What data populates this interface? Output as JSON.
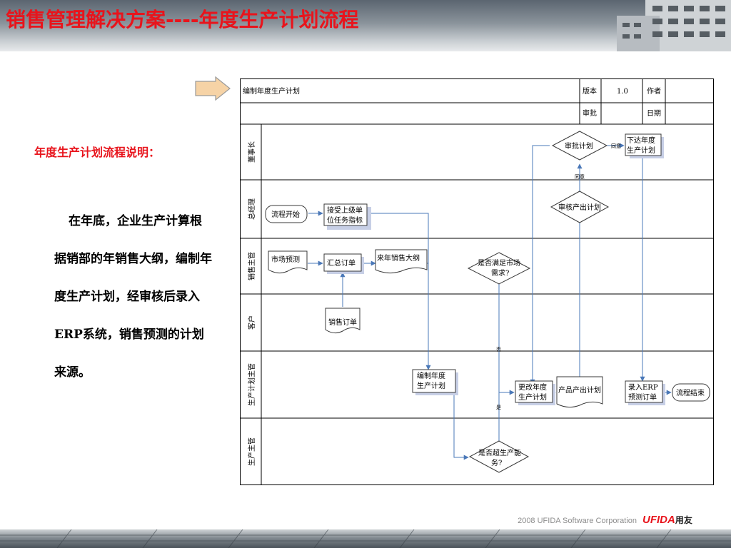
{
  "header": {
    "title": "销售管理解决方案----年度生产计划流程"
  },
  "sidebar": {
    "subtitle": "年度生产计划流程说明：",
    "description": "在年底，企业生产计算根据销部的年销售大纲，编制年度生产计划，经审核后录入ERP系统，销售预测的计划来源。"
  },
  "diagram": {
    "table_header": {
      "title": "编制年度生产计划",
      "version_label": "版本",
      "version_value": "1.0",
      "author_label": "作者",
      "approve_label": "审批",
      "date_label": "日期"
    },
    "lanes": [
      "董事长",
      "总经理",
      "销售主管",
      "客户",
      "生产计划主管",
      "生产主管"
    ],
    "nodes": {
      "start": "流程开始",
      "receive_line1": "接受上级单",
      "receive_line2": "位任务指标",
      "forecast": "市场预测",
      "summarize": "汇总订单",
      "sales_outline": "来年销售大纲",
      "market_q_line1": "是否满足市场",
      "market_q_line2": "需求?",
      "sales_order": "销售订单",
      "plan_line1": "编制年度",
      "plan_line2": "生产计划",
      "modify_line1": "更改年度",
      "modify_line2": "生产计划",
      "output_plan": "产品产出计划",
      "record_line1": "录入ERP",
      "record_line2": "预测订单",
      "end": "流程结束",
      "capacity_q_line1": "是否超生产能",
      "capacity_q_line2": "务?",
      "review": "审核产出计划",
      "approve": "审批计划",
      "issue_line1": "下达年度",
      "issue_line2": "生产计划"
    },
    "edge_labels": {
      "agree1": "同意",
      "agree2": "同意",
      "no": "否",
      "yes": "是"
    }
  },
  "footer": {
    "copyright": "2008 UFIDA Software Corporation",
    "brand_en": "UFIDA",
    "brand_cn": "用友"
  }
}
